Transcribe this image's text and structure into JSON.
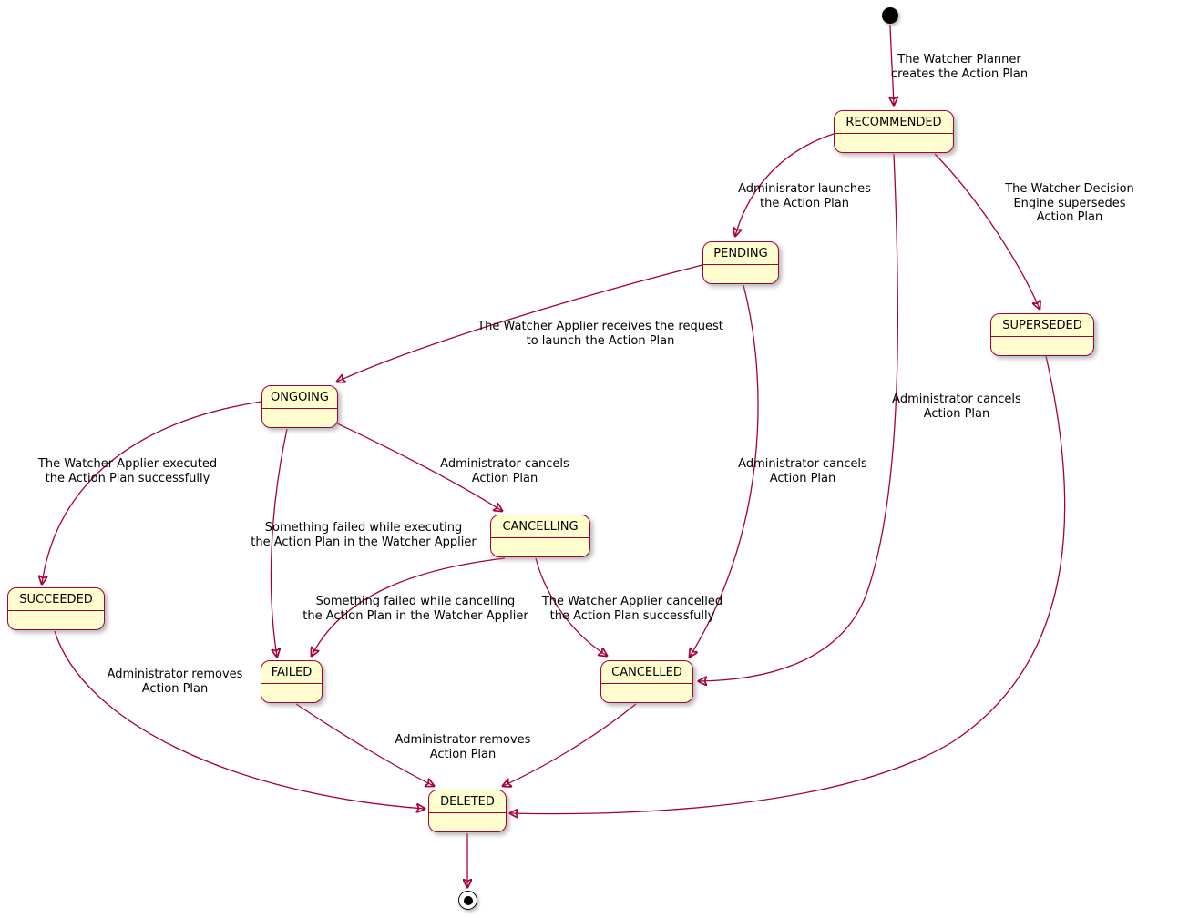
{
  "diagram_type": "state-machine",
  "colors": {
    "state_fill": "#FEFECE",
    "state_border": "#A80036",
    "arrow": "#A80036",
    "text": "#000000",
    "initial_final": "#000000",
    "background": "#FFFFFF"
  },
  "states": {
    "recommended": {
      "label": "RECOMMENDED"
    },
    "pending": {
      "label": "PENDING"
    },
    "superseded": {
      "label": "SUPERSEDED"
    },
    "ongoing": {
      "label": "ONGOING"
    },
    "cancelling": {
      "label": "CANCELLING"
    },
    "succeeded": {
      "label": "SUCCEEDED"
    },
    "failed": {
      "label": "FAILED"
    },
    "cancelled": {
      "label": "CANCELLED"
    },
    "deleted": {
      "label": "DELETED"
    }
  },
  "transitions": {
    "initial_to_recommended": {
      "from": "initial",
      "to": "recommended",
      "label": "The Watcher Planner\ncreates the Action Plan"
    },
    "recommended_to_pending": {
      "from": "recommended",
      "to": "pending",
      "label": "Adminisrator launches\nthe Action Plan"
    },
    "recommended_to_superseded": {
      "from": "recommended",
      "to": "superseded",
      "label": "The Watcher Decision Engine supersedes\nAction Plan"
    },
    "recommended_to_cancelled": {
      "from": "recommended",
      "to": "cancelled",
      "label": "Administrator cancels\nAction Plan"
    },
    "pending_to_ongoing": {
      "from": "pending",
      "to": "ongoing",
      "label": "The Watcher Applier receives the request\nto launch the Action Plan"
    },
    "pending_to_cancelled": {
      "from": "pending",
      "to": "cancelled",
      "label": "Administrator cancels\nAction Plan"
    },
    "ongoing_to_succeeded": {
      "from": "ongoing",
      "to": "succeeded",
      "label": "The Watcher Applier executed\nthe Action Plan successfully"
    },
    "ongoing_to_cancelling": {
      "from": "ongoing",
      "to": "cancelling",
      "label": "Administrator cancels\nAction Plan"
    },
    "ongoing_to_failed": {
      "from": "ongoing",
      "to": "failed",
      "label": "Something failed while executing\nthe Action Plan in the Watcher Applier"
    },
    "cancelling_to_failed": {
      "from": "cancelling",
      "to": "failed",
      "label": "Something failed while cancelling\nthe Action Plan in the Watcher Applier"
    },
    "cancelling_to_cancelled": {
      "from": "cancelling",
      "to": "cancelled",
      "label": "The Watcher Applier cancelled\nthe Action Plan successfully"
    },
    "succeeded_to_deleted": {
      "from": "succeeded",
      "to": "deleted",
      "label": "Administrator removes\nAction Plan"
    },
    "failed_to_deleted": {
      "from": "failed",
      "to": "deleted",
      "label": "Administrator removes\nAction Plan"
    },
    "cancelled_to_deleted": {
      "from": "cancelled",
      "to": "deleted",
      "label": ""
    },
    "superseded_to_deleted": {
      "from": "superseded",
      "to": "deleted",
      "label": ""
    },
    "deleted_to_final": {
      "from": "deleted",
      "to": "final",
      "label": ""
    }
  }
}
